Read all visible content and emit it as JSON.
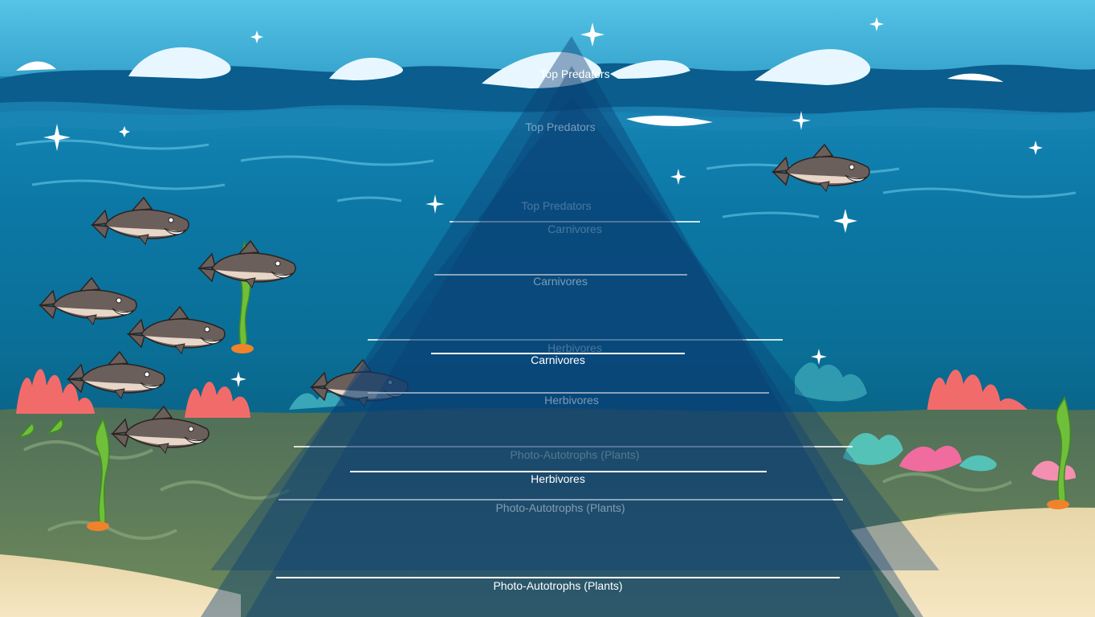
{
  "pyramid": {
    "front_layers": [
      {
        "label": "Top Predators"
      },
      {
        "label": "Carnivores"
      },
      {
        "label": "Herbivores"
      },
      {
        "label": "Photo-Autotrophs (Plants)"
      }
    ],
    "middle_layers": [
      {
        "label": "Top Predators"
      },
      {
        "label": "Carnivores"
      },
      {
        "label": "Herbivores"
      },
      {
        "label": "Photo-Autotrophs (Plants)"
      }
    ],
    "back_layers": [
      {
        "label": "Top Predators"
      },
      {
        "label": "Carnivores"
      },
      {
        "label": "Herbivores"
      },
      {
        "label": "Photo-Autotrophs (Plants)"
      }
    ]
  },
  "colors": {
    "sky": "#3fb1d6",
    "water_deep": "#07557f",
    "water_mid": "#0e7fae",
    "seabed": "#5a7a5a",
    "sand": "#f1ddb0",
    "pyramid": "#0a3d73",
    "shark_body": "#6b5f5c",
    "shark_belly": "#e8d6c8",
    "coral_red": "#f26b6b",
    "coral_pink": "#f48fb1",
    "coral_teal": "#55c2b8",
    "kelp": "#6fbf3a"
  },
  "icons": [
    "shark-icon",
    "coral-icon",
    "kelp-icon",
    "sparkle-icon",
    "wave-icon"
  ]
}
